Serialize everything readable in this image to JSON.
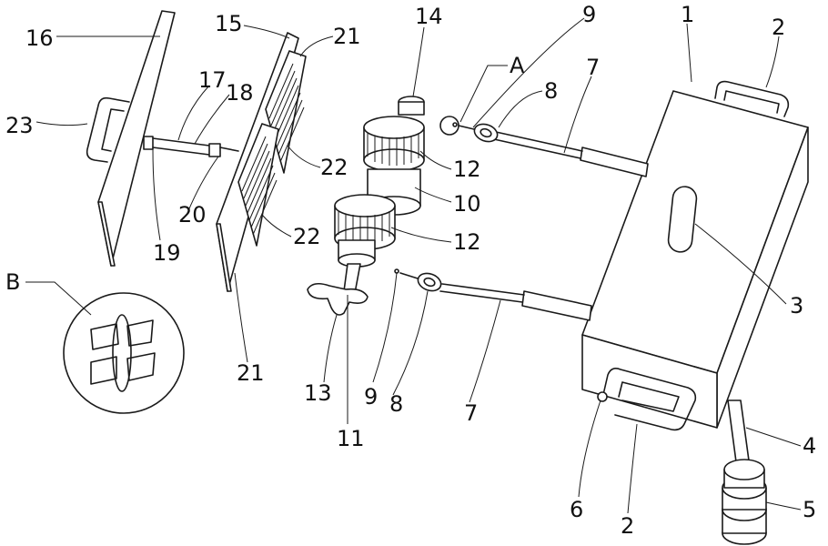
{
  "labels": [
    {
      "id": "1",
      "text": "1"
    },
    {
      "id": "2a",
      "text": "2"
    },
    {
      "id": "2b",
      "text": "2"
    },
    {
      "id": "3",
      "text": "3"
    },
    {
      "id": "4",
      "text": "4"
    },
    {
      "id": "5",
      "text": "5"
    },
    {
      "id": "6",
      "text": "6"
    },
    {
      "id": "7a",
      "text": "7"
    },
    {
      "id": "7b",
      "text": "7"
    },
    {
      "id": "8a",
      "text": "8"
    },
    {
      "id": "8b",
      "text": "8"
    },
    {
      "id": "9a",
      "text": "9"
    },
    {
      "id": "9b",
      "text": "9"
    },
    {
      "id": "10",
      "text": "10"
    },
    {
      "id": "11",
      "text": "11"
    },
    {
      "id": "12a",
      "text": "12"
    },
    {
      "id": "12b",
      "text": "12"
    },
    {
      "id": "13",
      "text": "13"
    },
    {
      "id": "14",
      "text": "14"
    },
    {
      "id": "15",
      "text": "15"
    },
    {
      "id": "16",
      "text": "16"
    },
    {
      "id": "17",
      "text": "17"
    },
    {
      "id": "18",
      "text": "18"
    },
    {
      "id": "19",
      "text": "19"
    },
    {
      "id": "20",
      "text": "20"
    },
    {
      "id": "21a",
      "text": "21"
    },
    {
      "id": "21b",
      "text": "21"
    },
    {
      "id": "22a",
      "text": "22"
    },
    {
      "id": "22b",
      "text": "22"
    },
    {
      "id": "23",
      "text": "23"
    },
    {
      "id": "A",
      "text": "A"
    },
    {
      "id": "B",
      "text": "B"
    }
  ]
}
